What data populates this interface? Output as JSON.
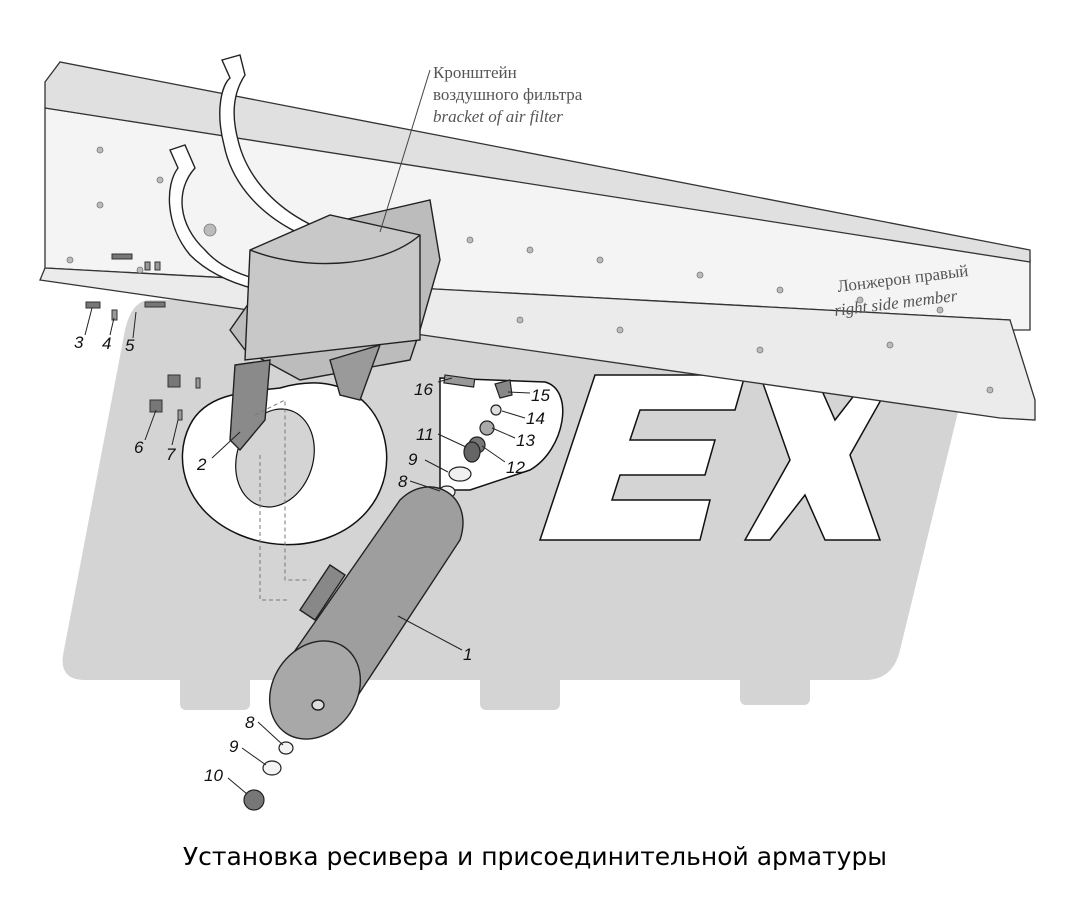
{
  "colors": {
    "watermark_gray": "#d4d4d4",
    "line": "#333333",
    "part_fill": "#9e9e9e",
    "rail_fill": "#f2f2f2"
  },
  "watermark": {
    "text": "OPEX",
    "icon": "gear-emblem-icon"
  },
  "annotations": {
    "bracket": {
      "ru_line1": "Кронштейн",
      "ru_line2": "воздушного фильтра",
      "en": "bracket of air filter"
    },
    "member": {
      "ru": "Лонжерон правый",
      "en": "right side member"
    }
  },
  "labels": {
    "l1": "1",
    "l2": "2",
    "l3": "3",
    "l4": "4",
    "l5": "5",
    "l6": "6",
    "l7": "7",
    "l8a": "8",
    "l8b": "8",
    "l9a": "9",
    "l9b": "9",
    "l10": "10",
    "l11": "11",
    "l12": "12",
    "l13": "13",
    "l14": "14",
    "l15": "15",
    "l16": "16"
  },
  "caption": "Установка ресивера и присоединительной арматуры"
}
